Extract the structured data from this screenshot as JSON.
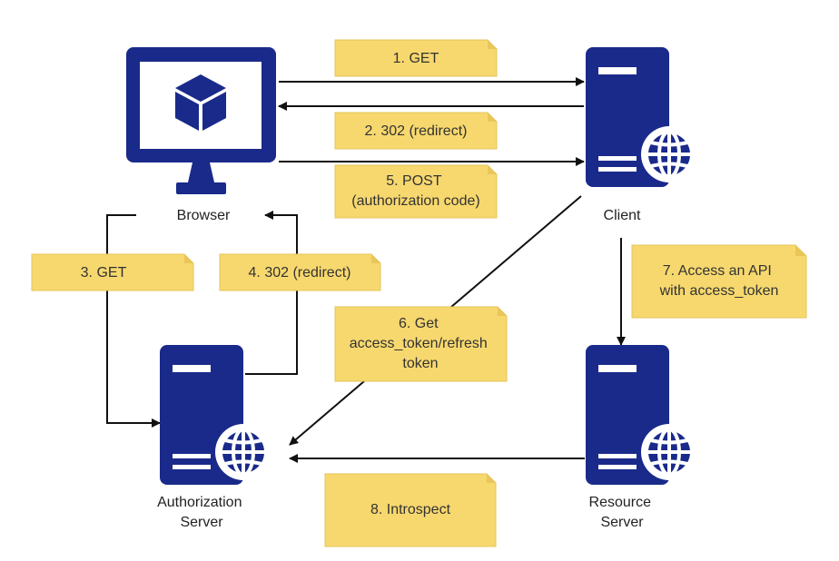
{
  "colors": {
    "node_fill": "#1a2a8a",
    "note_fill": "#f7d86e",
    "note_border": "#e4c45a",
    "arrow": "#111111",
    "label_text": "#222222"
  },
  "nodes": {
    "browser": {
      "icon": "monitor-cube-icon",
      "label": "Browser"
    },
    "client": {
      "icon": "server-globe-icon",
      "label": "Client"
    },
    "auth_server": {
      "icon": "server-globe-icon",
      "label_line1": "Authorization",
      "label_line2": "Server"
    },
    "resource_server": {
      "icon": "server-globe-icon",
      "label_line1": "Resource",
      "label_line2": "Server"
    }
  },
  "steps": {
    "s1": {
      "line1": "1. GET"
    },
    "s2": {
      "line1": "2. 302 (redirect)"
    },
    "s3": {
      "line1": "3. GET"
    },
    "s4": {
      "line1": "4. 302 (redirect)"
    },
    "s5": {
      "line1": "5. POST",
      "line2": "(authorization code)"
    },
    "s6": {
      "line1": "6. Get",
      "line2": "access_token/refresh",
      "line3": "token"
    },
    "s7": {
      "line1": "7. Access an API",
      "line2": "with access_token"
    },
    "s8": {
      "line1": "8. Introspect"
    }
  }
}
